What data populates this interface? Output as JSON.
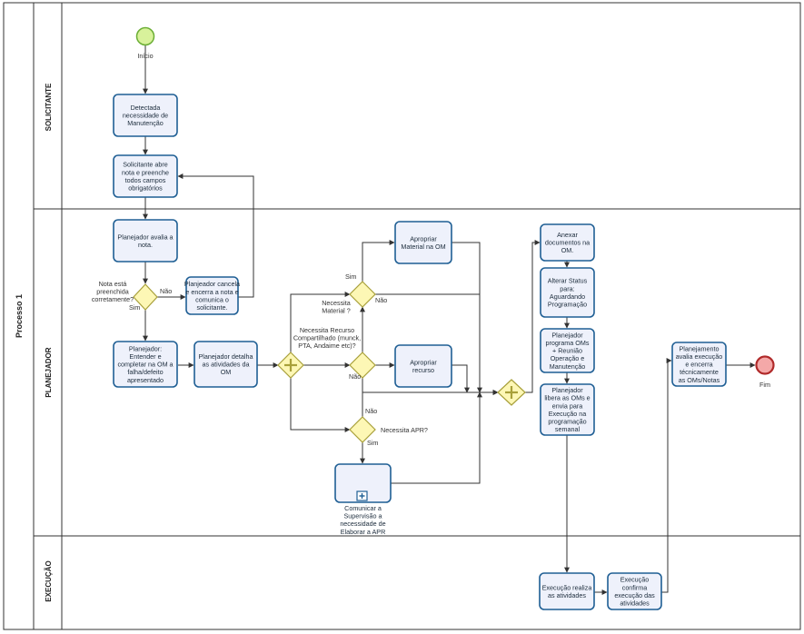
{
  "pool": {
    "label": "Processo 1"
  },
  "lanes": {
    "solicitante": "SOLICITANTE",
    "planejador": "PLANEJADOR",
    "execucao": "EXECUÇÃO"
  },
  "events": {
    "start": "Início",
    "end": "Fim"
  },
  "tasks": {
    "detectada": [
      "Detectada",
      "necessidade de",
      "Manutenção"
    ],
    "abre_nota": [
      "Solicitante abre",
      "nota e preenche",
      "todos campos",
      "obrigatórios"
    ],
    "avalia": [
      "Planejador avalia a",
      "nota."
    ],
    "cancela": [
      "Planjeador cancela",
      "e encerra a nota e",
      "comunica o",
      "solicitante."
    ],
    "entender": [
      "Planejador:",
      "Entender e",
      "completar na OM a",
      "falha/defeito",
      "apresentado"
    ],
    "detalha": [
      "Planejador detalha",
      "as atividades da",
      "OM"
    ],
    "material": [
      "Apropriar",
      "Material na OM"
    ],
    "recurso": [
      "Apropriar",
      "recurso"
    ],
    "comunicar": [
      "Comunicar a",
      "Supervisão a",
      "necessidade de",
      "Elaborar a APR"
    ],
    "anexar": [
      "Anexar",
      "documentos na",
      "OM."
    ],
    "status": [
      "Alterar Status",
      "para:",
      "Aguardando",
      "Programação"
    ],
    "programa": [
      "Planejador",
      "programa OMs",
      "+ Reunião",
      "Operação e",
      "Manutenção"
    ],
    "libera": [
      "Planejador",
      "libera as OMs e",
      "envia para",
      "Execução na",
      "programação",
      "semanal"
    ],
    "realiza": [
      "Execução realiza",
      "as atividades"
    ],
    "confirma": [
      "Execução",
      "confirma",
      "execução das",
      "atividades"
    ],
    "encerra": [
      "Planejamento",
      "avalia execução",
      "e encerra",
      "técnicamente",
      "as OMs/Notas"
    ]
  },
  "gateways": {
    "nota_preenchida": [
      "Nota está",
      "preenchida",
      "corretamente?"
    ],
    "material": [
      "Necessita",
      "Material ?"
    ],
    "recurso": [
      "Necessita Recurso",
      "Compartilhado (munck,",
      "PTA, Andaime etc)?"
    ],
    "apr": "Necessita APR?"
  },
  "flow_labels": {
    "yes": "Sim",
    "no": "Não"
  }
}
